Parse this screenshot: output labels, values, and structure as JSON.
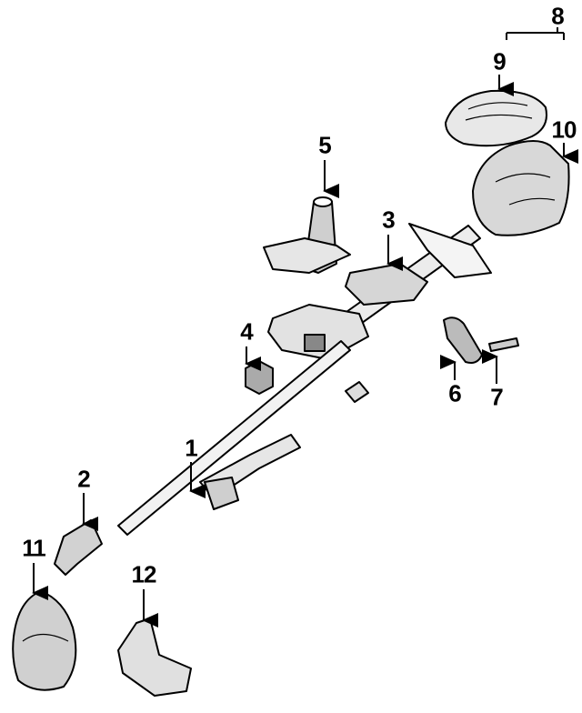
{
  "diagram": {
    "type": "steering column exploded parts diagram",
    "callouts": [
      {
        "id": "c1",
        "label": "1"
      },
      {
        "id": "c2",
        "label": "2"
      },
      {
        "id": "c3",
        "label": "3"
      },
      {
        "id": "c4",
        "label": "4"
      },
      {
        "id": "c5",
        "label": "5"
      },
      {
        "id": "c6",
        "label": "6"
      },
      {
        "id": "c7",
        "label": "7"
      },
      {
        "id": "c8",
        "label": "8"
      },
      {
        "id": "c9",
        "label": "9"
      },
      {
        "id": "c10",
        "label": "10"
      },
      {
        "id": "c11",
        "label": "11"
      },
      {
        "id": "c12",
        "label": "12"
      }
    ]
  },
  "colors": {
    "ink": "#000000",
    "shade": "#bbbbbb",
    "background": "#ffffff"
  }
}
